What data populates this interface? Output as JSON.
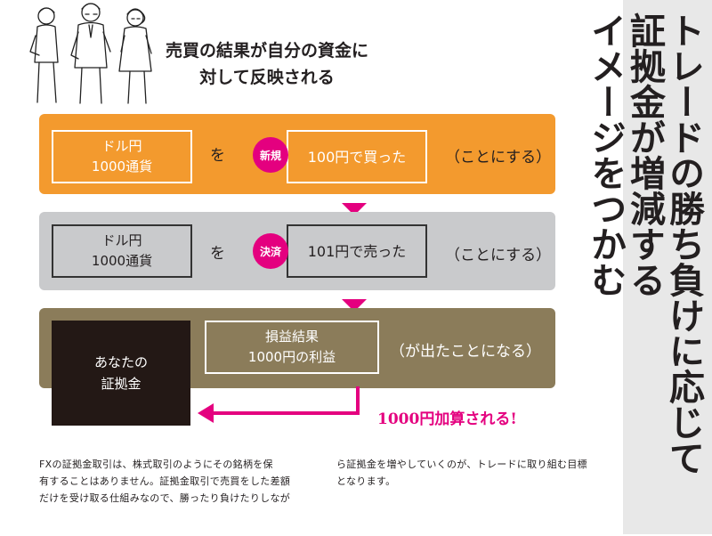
{
  "heading": {
    "line1": "売買の結果が自分の資金に",
    "line2": "対して反映される"
  },
  "rows": [
    {
      "box_line1": "ドル円",
      "box_line2": "1000通貨",
      "particle": "を",
      "badge": "新規",
      "action": "100円で買った",
      "suffix": "（ことにする）"
    },
    {
      "box_line1": "ドル円",
      "box_line2": "1000通貨",
      "particle": "を",
      "badge": "決済",
      "action": "101円で売った",
      "suffix": "（ことにする）"
    }
  ],
  "result_row": {
    "account_line1": "あなたの",
    "account_line2": "証拠金",
    "result_line1": "損益結果",
    "result_line2": "1000円の利益",
    "suffix": "（が出たことになる）",
    "added_label": "1000円加算される!"
  },
  "title": {
    "col1": "トレードの勝ち負けに応じて",
    "col2": "証拠金が増減する",
    "col3": "イメージをつかむ"
  },
  "body": {
    "left_lines": [
      "FXの証拠金取引は、株式取引のようにその銘柄を保",
      "有することはありません。証拠金取引で売買をした差額",
      "だけを受け取る仕組みなので、勝ったり負けたりしなが"
    ],
    "right_lines": [
      "ら証拠金を増やしていくのが、トレードに取り組む目標",
      "となります。"
    ]
  },
  "colors": {
    "orange": "#f39a2e",
    "gray": "#c9cacc",
    "olive": "#8b7c5a",
    "magenta": "#e4007f",
    "dark": "#231815"
  }
}
